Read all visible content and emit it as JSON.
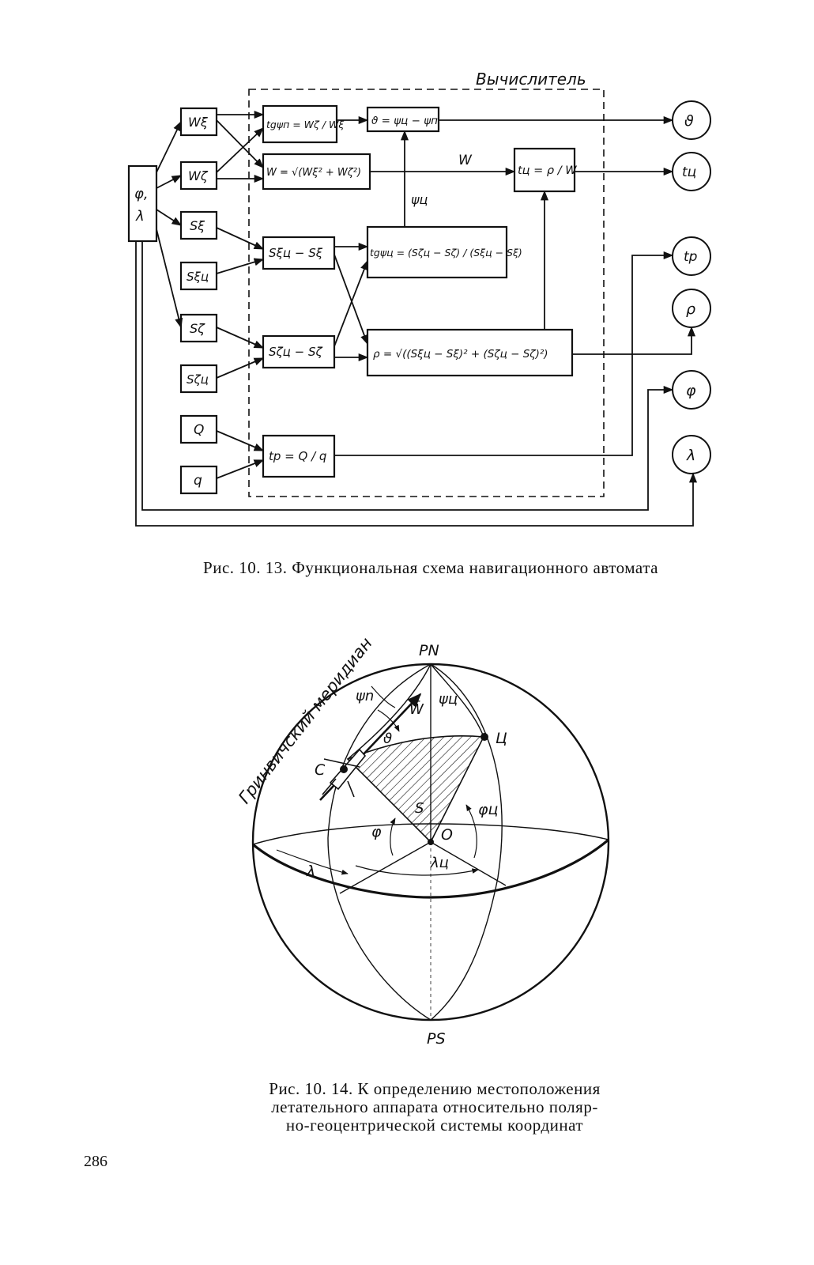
{
  "figure1": {
    "computer_label": "Вычислитель",
    "input_latlon": [
      "φ,",
      "λ"
    ],
    "sensor_labels": [
      "Wξ",
      "Wζ",
      "Sξ",
      "Sξц",
      "Sζ",
      "Sζц",
      "Q",
      "q"
    ],
    "block_tan_psi_n": "tgψп = Wζ / Wξ",
    "block_theta": "ϑ = ψц − ψп",
    "block_W": "W = √(Wξ² + Wζ²)",
    "block_t_c": "tц = ρ / W",
    "block_s_xi": "Sξц − Sξ",
    "block_s_zeta": "Sζц − Sζ",
    "block_tan_psi_c": "tgψц = (Sζц − Sζ) / (Sξц − Sξ)",
    "block_rho": "ρ = √((Sξц − Sξ)² + (Sζц − Sζ)²)",
    "block_t_r": "tр = Q / q",
    "wire_W": "W",
    "wire_psi": "ψц",
    "outputs": [
      "ϑ",
      "tц",
      "tр",
      "ρ",
      "φ",
      "λ"
    ],
    "caption": "Рис. 10. 13. Функциональная схема навигационного автомата"
  },
  "figure2": {
    "label_pn": "PN",
    "label_ps": "PS",
    "label_meridian": "Гринвичский меридиан",
    "label_c": "C",
    "label_ts": "Ц",
    "label_o": "O",
    "label_w": "W̄",
    "label_psi_n": "ψn",
    "label_psi_c": "ψц",
    "label_theta": "ϑ",
    "label_s": "S",
    "label_phi": "φ",
    "label_phi_c": "φц",
    "label_lambda": "λ",
    "label_lambda_c": "λц",
    "caption_lines": [
      "Рис. 10. 14. К определению местоположения",
      "летательного аппарата относительно поляр-",
      "но-геоцентрической системы координат"
    ]
  },
  "page_number": "286"
}
